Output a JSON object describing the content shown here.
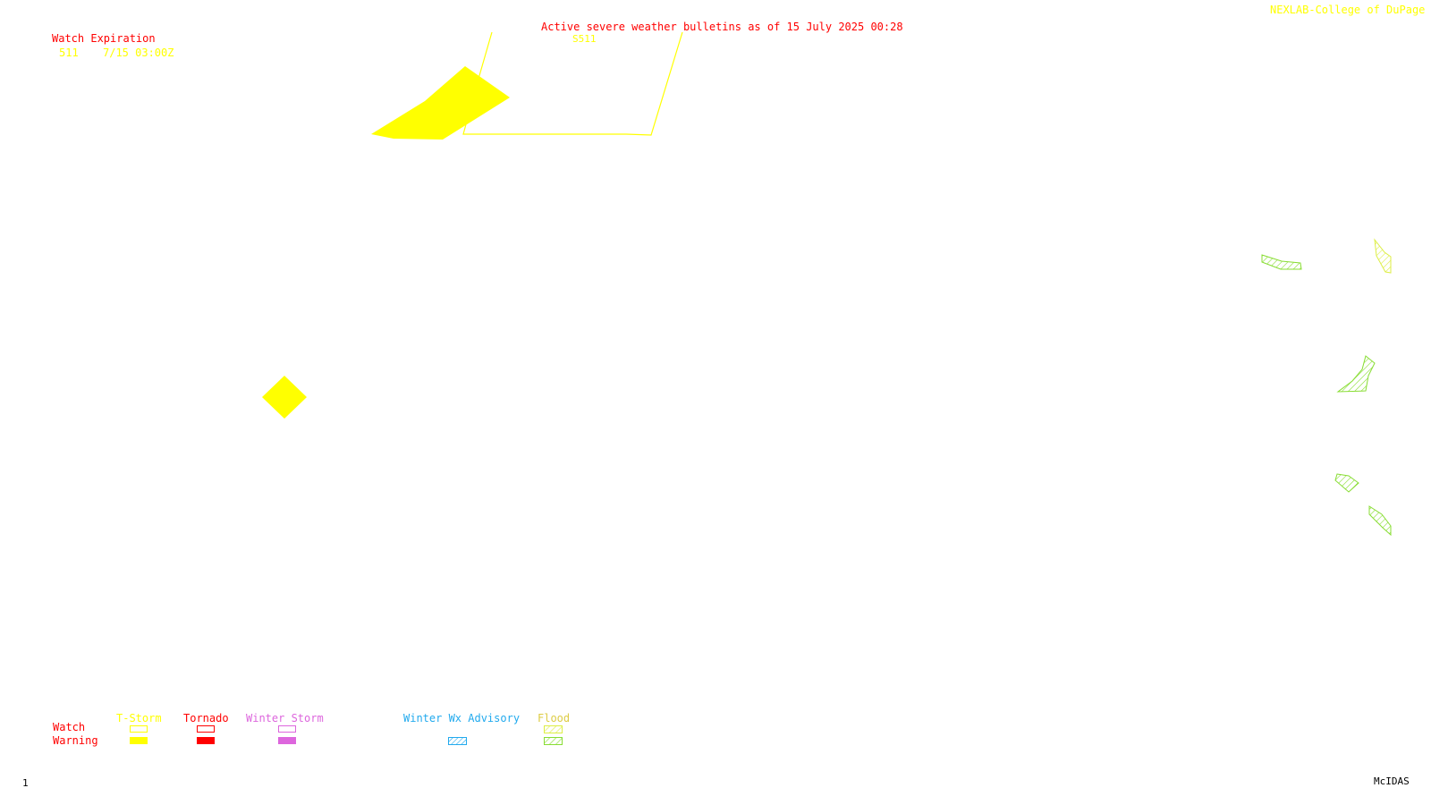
{
  "header": {
    "title": "Active severe weather bulletins as of 15 July 2025 00:28",
    "watch_label": "S511",
    "credit": "NEXLAB-College of DuPage R"
  },
  "watch_expiration": {
    "heading": "Watch Expiration",
    "rows": [
      {
        "number": "511",
        "expires": "7/15 03:00Z"
      }
    ]
  },
  "legend": {
    "row_labels": {
      "watch": "Watch",
      "warning": "Warning"
    },
    "categories": [
      {
        "label": "T-Storm",
        "color": "#ffff00"
      },
      {
        "label": "Tornado",
        "color": "#ff0000"
      },
      {
        "label": "Winter Storm",
        "color": "#dd66dd"
      },
      {
        "label": "Winter Wx Advisory",
        "color": "#22aaee"
      },
      {
        "label": "Flood",
        "color": "#88dd33"
      }
    ]
  },
  "footer": {
    "frame_number": "1",
    "software": "McIDAS"
  },
  "colors": {
    "background": "#ffffff",
    "tstorm": "#ffff00",
    "tornado": "#ff0000",
    "winter_storm": "#dd66dd",
    "winter_advisory": "#22aaee",
    "flood": "#88dd33",
    "flood_light": "#ddee44"
  }
}
